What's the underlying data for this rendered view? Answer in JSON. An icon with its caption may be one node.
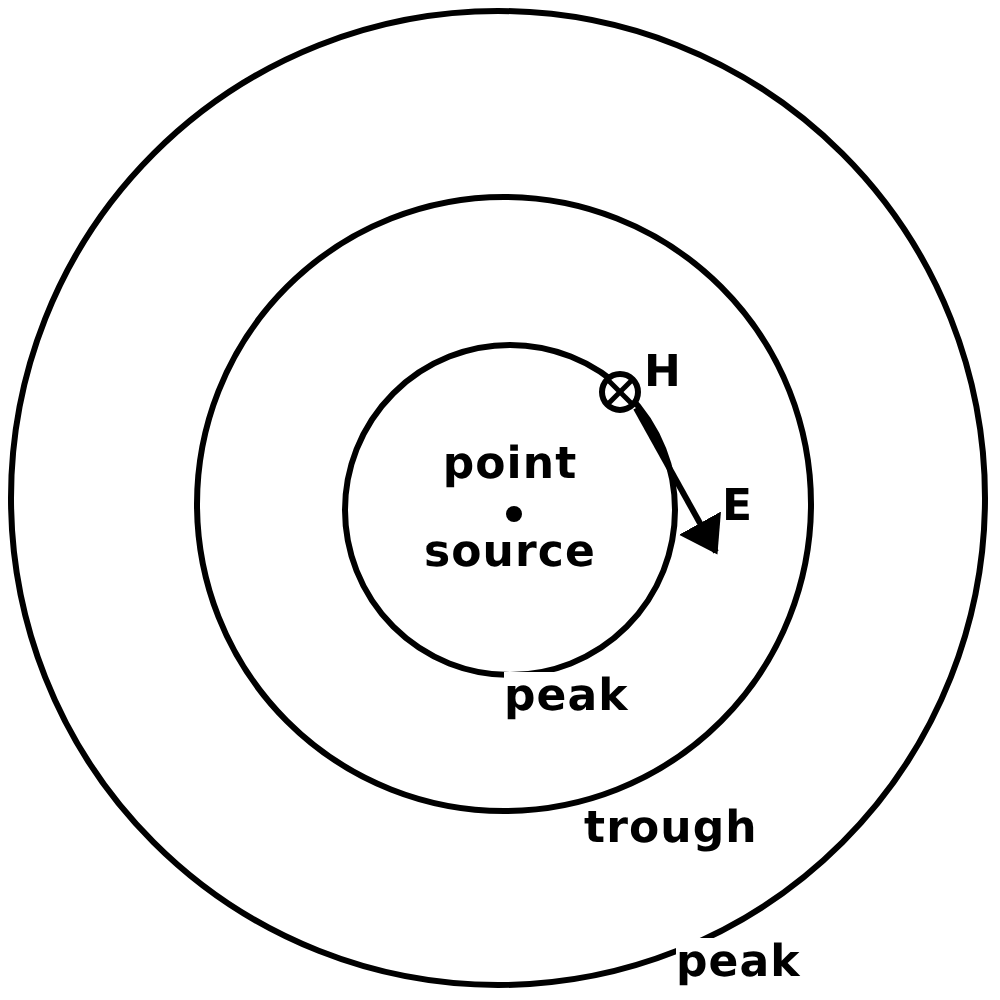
{
  "diagram": {
    "nodes": [
      {
        "text": [],
        "shape": "circle",
        "beside": [
          "peak"
        ]
      },
      {
        "text": [],
        "shape": "circle",
        "in": 0
      },
      {
        "text": [
          "point source"
        ],
        "in": 1,
        "beside": [
          "peak"
        ]
      }
    ],
    "labels": [
      "H",
      "E",
      "trough"
    ]
  }
}
